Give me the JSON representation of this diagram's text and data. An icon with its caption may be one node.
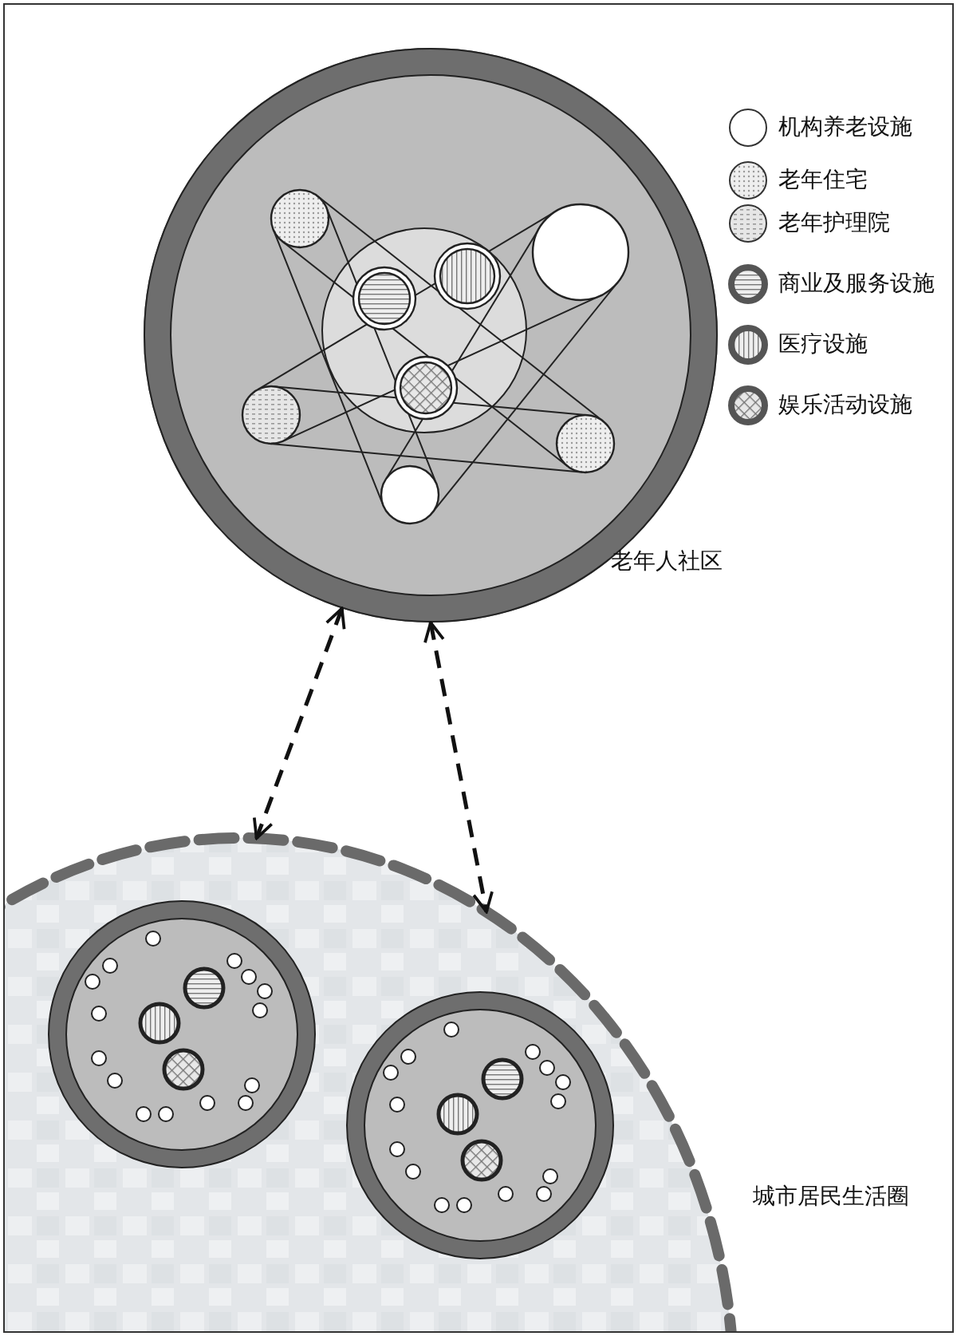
{
  "diagram": {
    "nodes": [
      {
        "text": [
          "老年人社区"
        ]
      },
      {
        "text": [
          "城市居民生活圈"
        ]
      },
      {
        "text": [],
        "shape": "circle",
        "in": 1
      },
      {
        "text": [],
        "shape": "circle",
        "in": 1
      }
    ],
    "edges": [
      {
        "from": 0,
        "to": 1,
        "arrow": "both",
        "style": "dashed"
      },
      {
        "from": 0,
        "to": 1,
        "arrow": "both",
        "style": "dashed"
      }
    ],
    "legend": [
      {
        "text": "机构养老设施"
      },
      {
        "text": "老年住宅"
      },
      {
        "text": "老年护理院"
      },
      {
        "text": "商业及服务设施"
      },
      {
        "text": "医疗设施"
      },
      {
        "text": "娱乐活动设施"
      }
    ]
  }
}
